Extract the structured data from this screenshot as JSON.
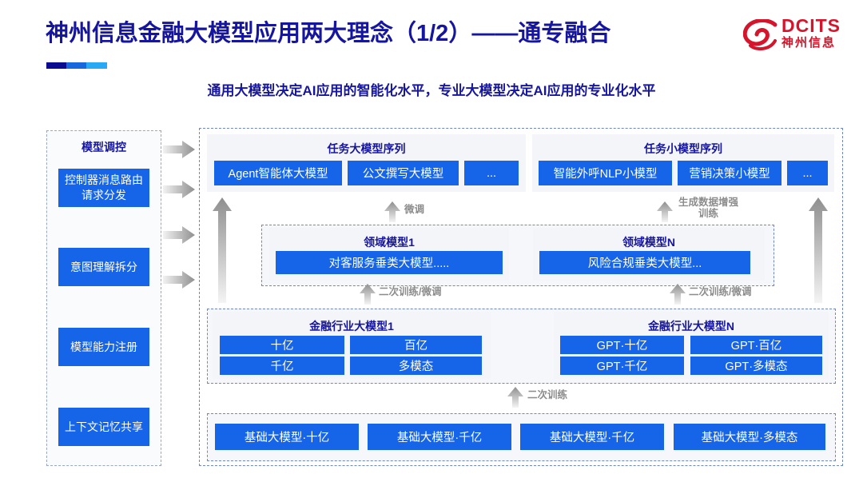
{
  "header": {
    "title": "神州信息金融大模型应用两大理念（1/2）——通专融合",
    "subtitle": "通用大模型决定AI应用的智能化水平，专业大模型决定AI应用的专业化水平",
    "logo": {
      "brand": "DCITS",
      "brand_cn": "神州信息",
      "mark": "swirl-logo-icon"
    },
    "colors": {
      "title": "#15159e",
      "accent_dark": "#0b0b8f",
      "accent_mid": "#1668dc",
      "accent_light": "#27a9f5",
      "logo_red": "#d4152b",
      "box_blue": "#1664e8"
    }
  },
  "control_panel": {
    "title": "模型调控",
    "items": [
      {
        "label": "控制器消息路由请求分发"
      },
      {
        "label": "意图理解拆分"
      },
      {
        "label": "模型能力注册"
      },
      {
        "label": "上下文记忆共享"
      }
    ],
    "arrow_count": 4
  },
  "task_large_models": {
    "title": "任务大模型序列",
    "items": [
      "Agent智能体大模型",
      "公文撰写大模型",
      "..."
    ]
  },
  "task_small_models": {
    "title": "任务小模型序列",
    "items": [
      "智能外呼NLP小模型",
      "营销决策小模型",
      "..."
    ]
  },
  "domain_models": {
    "groups": [
      {
        "title": "领域模型1",
        "item": "对客服务垂类大模型....."
      },
      {
        "title": "领域模型N",
        "item": "风险合规垂类大模型..."
      }
    ]
  },
  "industry_models": {
    "groups": [
      {
        "title": "金融行业大模型1",
        "items": [
          "十亿",
          "百亿",
          "千亿",
          "多模态"
        ]
      },
      {
        "title": "金融行业大模型N",
        "items": [
          "GPT·十亿",
          "GPT·百亿",
          "GPT·千亿",
          "GPT·多模态"
        ]
      }
    ]
  },
  "base_models": {
    "items": [
      "基础大模型·十亿",
      "基础大模型·千亿",
      "基础大模型·千亿",
      "基础大模型·多模态"
    ]
  },
  "flow_labels": {
    "finetune_left": "微调",
    "augment_right_line1": "生成数据增强",
    "augment_right_line2": "训练",
    "retrain_finetune_left": "二次训练/微调",
    "retrain_finetune_right": "二次训练/微调",
    "retrain_bottom": "二次训练"
  }
}
